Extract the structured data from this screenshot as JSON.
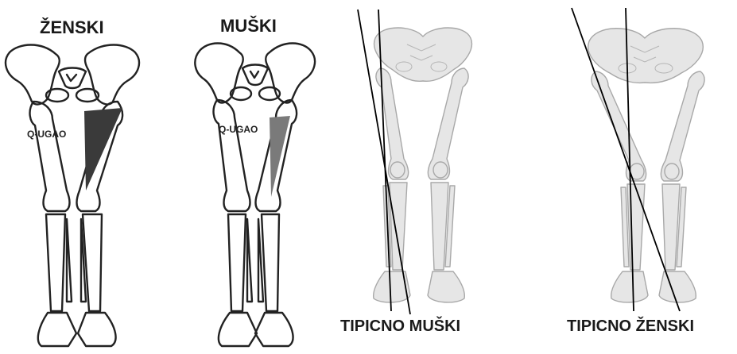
{
  "panels": [
    {
      "title": "ŽENSKI",
      "angle_label": "Q-UGAO"
    },
    {
      "title": "MUŠKI",
      "angle_label": "Q-UGAO"
    },
    {
      "title": "TIPICNO MUŠKI"
    },
    {
      "title": "TIPICNO ŽENSKI"
    }
  ],
  "colors": {
    "outline": "#222222",
    "bone_fill": "#e6e6e6",
    "bone_stroke": "#a8a8a8",
    "female_angle": "#3a3a3a",
    "male_angle": "#7a7a7a",
    "axis_line": "#000000"
  }
}
